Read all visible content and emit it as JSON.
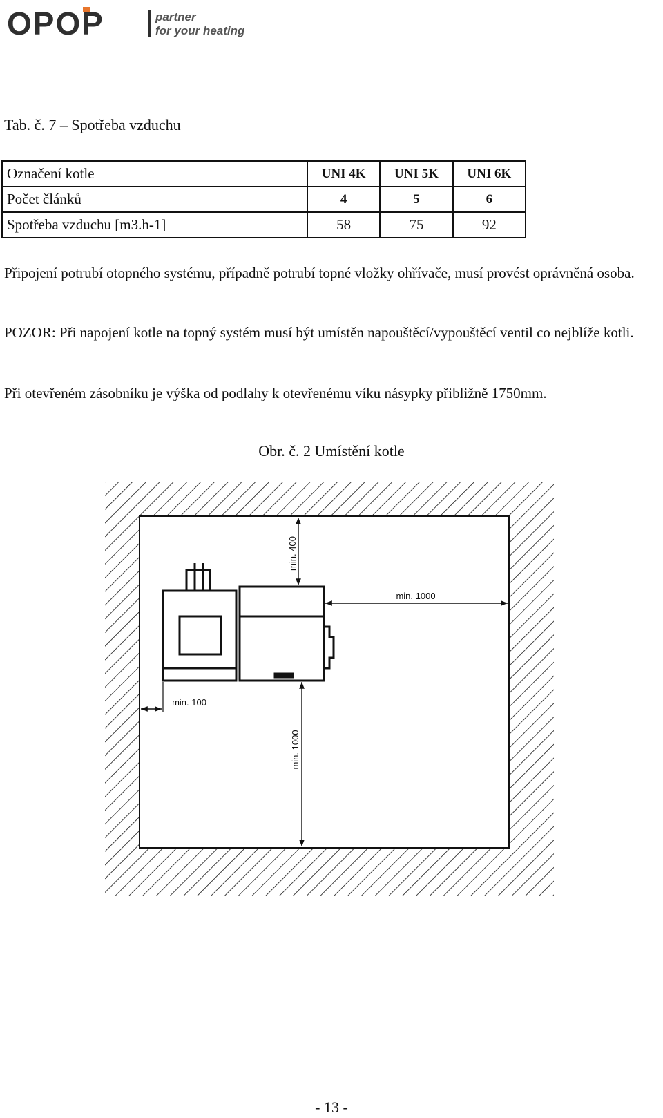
{
  "header": {
    "logo_text": "OPOP",
    "tagline_line1": "partner",
    "tagline_line2": "for your heating"
  },
  "table_caption": "Tab. č. 7 – Spotřeba vzduchu",
  "table": {
    "rows": [
      {
        "label": "Označení  kotle",
        "values": [
          "UNI  4K",
          "UNI  5K",
          "UNI  6K"
        ]
      },
      {
        "label": "Počet článků",
        "values": [
          "4",
          "5",
          "6"
        ]
      },
      {
        "label": "Spotřeba vzduchu  [m3.h-1]",
        "values": [
          "58",
          "75",
          "92"
        ]
      }
    ]
  },
  "paragraphs": {
    "p1": "Připojení  potrubí  otopného  systému,  případně  potrubí  topné  vložky  ohřívače,  musí  provést oprávněná  osoba.",
    "p2": "POZOR: Při  napojení  kotle  na  topný  systém  musí  být  umístěn  napouštěcí/vypouštěcí  ventil  co nejblíže  kotli.",
    "p3": "Při  otevřeném  zásobníku  je  výška  od  podlahy  k  otevřenému  víku  násypky  přibližně  1750mm."
  },
  "figure_caption": "Obr. č. 2   Umístění  kotle",
  "figure": {
    "dim_top": "min. 400",
    "dim_right": "min. 1000",
    "dim_left": "min. 100",
    "dim_front": "min. 1000"
  },
  "page_number": "- 13 -",
  "colors": {
    "logo_dark": "#2f2f2f",
    "logo_accent": "#e8762c",
    "ink": "#111111"
  }
}
